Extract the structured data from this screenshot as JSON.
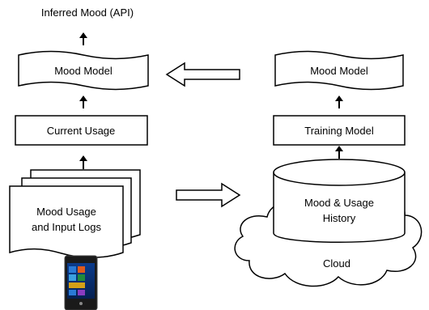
{
  "top_label": "Inferred Mood (API)",
  "left": {
    "mood_model": "Mood Model",
    "current_usage": "Current Usage",
    "logs_line1": "Mood Usage",
    "logs_line2": "and Input Logs"
  },
  "right": {
    "mood_model": "Mood Model",
    "training_model": "Training Model",
    "history_line1": "Mood & Usage",
    "history_line2": "History",
    "cloud": "Cloud"
  },
  "icons": [
    "phone-icon"
  ]
}
